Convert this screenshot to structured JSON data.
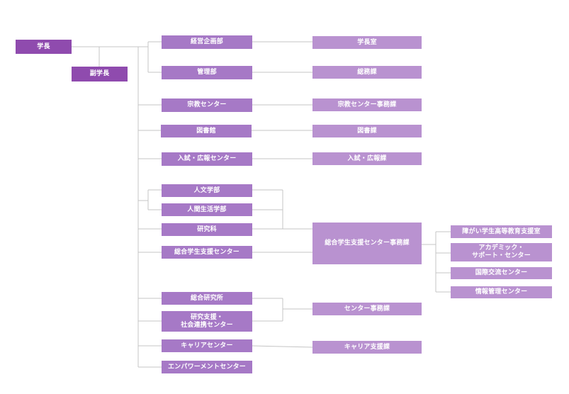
{
  "colors": {
    "dark": "#8f4bae",
    "mid": "#a679c6",
    "light": "#b992d0",
    "line": "#c4c4c4"
  },
  "president": "学長",
  "vice_president": "副学長",
  "departments": {
    "keiei": "経営企画部",
    "kanri": "管理部",
    "shukyo": "宗教センター",
    "toshokan": "図書館",
    "nyushi": "入試・広報センター",
    "jinbun": "人文学部",
    "ningen": "人間生活学部",
    "kenkyuka": "研究科",
    "sogo_gakusei": "総合学生支援センター",
    "sogo_kenkyujo": "総合研究所",
    "kenkyu_shien": "研究支援・\n社会連携センター",
    "career": "キャリアセンター",
    "empower": "エンパワーメントセンター"
  },
  "offices": {
    "gakucho_shitsu": "学長室",
    "somu": "総務課",
    "shukyo_jimu": "宗教センター事務課",
    "tosho": "図書課",
    "nyushi_koho": "入試・広報課",
    "sogo_jimu": "総合学生支援センター事務課",
    "center_jimu": "センター事務課",
    "career_shien": "キャリア支援課"
  },
  "support": {
    "shogai": "障がい学生高等教育支援室",
    "academic": "アカデミック・\nサポート・センター",
    "kokusai": "国際交流センター",
    "joho": "情報管理センター"
  }
}
